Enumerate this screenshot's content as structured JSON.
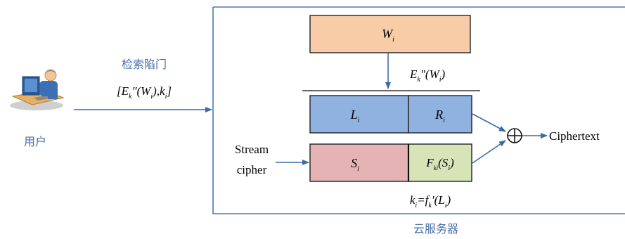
{
  "user": {
    "label": "用户"
  },
  "trapdoor": {
    "title": "检索陷门",
    "formula": {
      "main": "[E",
      "sub1": "k",
      "mid": "″(W",
      "sub2": "i",
      "tail": "),k",
      "sub3": "i",
      "close": "]"
    }
  },
  "server": {
    "label": "云服务器",
    "wi_box": {
      "main": "W",
      "sub": "i"
    },
    "encrypted_label": {
      "main": "E",
      "sub1": "k",
      "mid": "″(W",
      "sub2": "i",
      "close": ")"
    },
    "li_box": {
      "main": "L",
      "sub": "i"
    },
    "ri_box": {
      "main": "R",
      "sub": "i"
    },
    "si_box": {
      "main": "S",
      "sub": "i"
    },
    "fki_box": {
      "main": "F",
      "sub1": "ki",
      "mid": "(S",
      "sub2": "i",
      "close": ")"
    },
    "stream_cipher": {
      "line1": "Stream",
      "line2": "cipher"
    },
    "ki_label": {
      "main": "k",
      "sub1": "i",
      "eq": "=f",
      "sub2": "k",
      "mid": "′(L",
      "sub3": "i",
      "close": ")"
    },
    "xor_symbol": "⊕",
    "output_label": "Ciphertext"
  },
  "colors": {
    "wi_fill": "#f9cca8",
    "li_fill": "#8fb2e0",
    "si_fill": "#e6b3b4",
    "fki_fill": "#d6e4b8",
    "arrow": "#3a6aa8",
    "frame": "#4a78b8"
  }
}
